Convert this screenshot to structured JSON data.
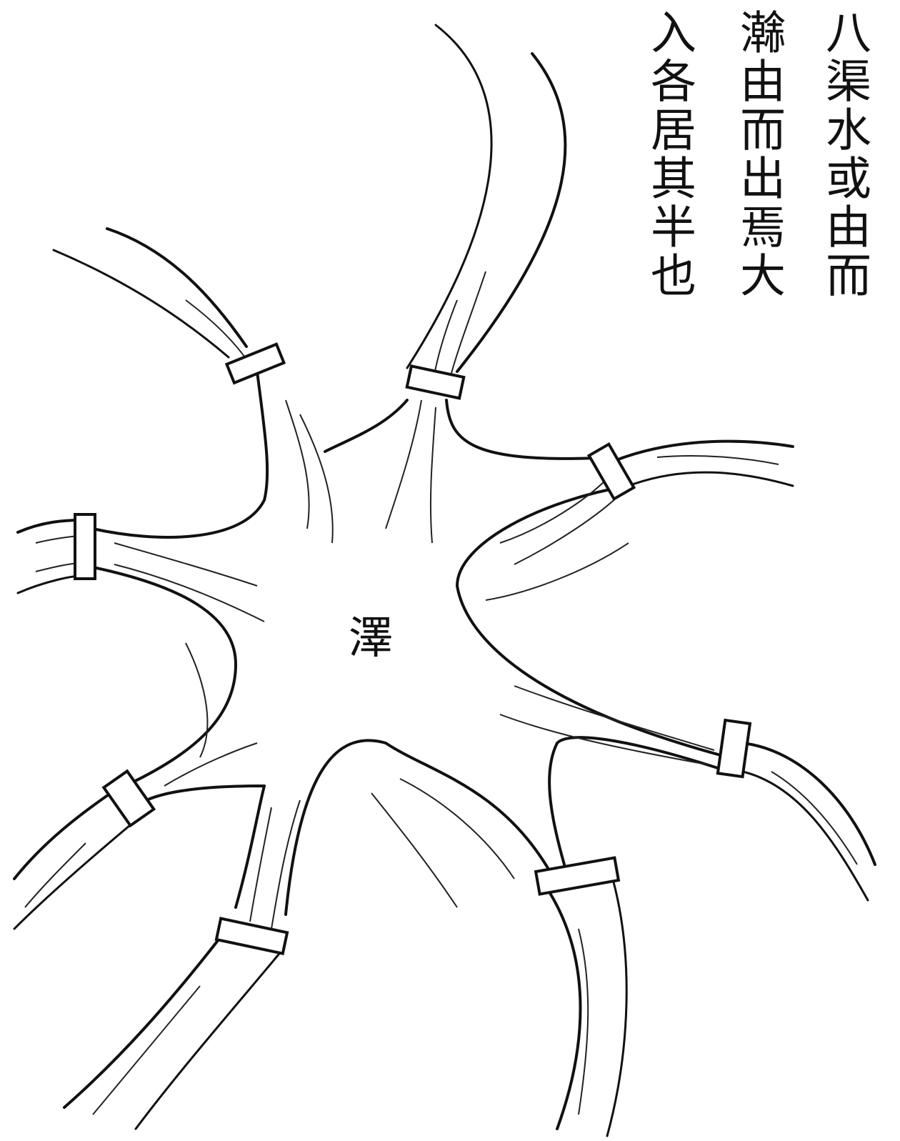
{
  "annotation": {
    "columns": [
      "八渠水或由而",
      "𤃬由而出焉大",
      "入各居其半也"
    ]
  },
  "diagram": {
    "center_label": "澤",
    "channel_count": 8,
    "sluice_gate_count": 8
  }
}
